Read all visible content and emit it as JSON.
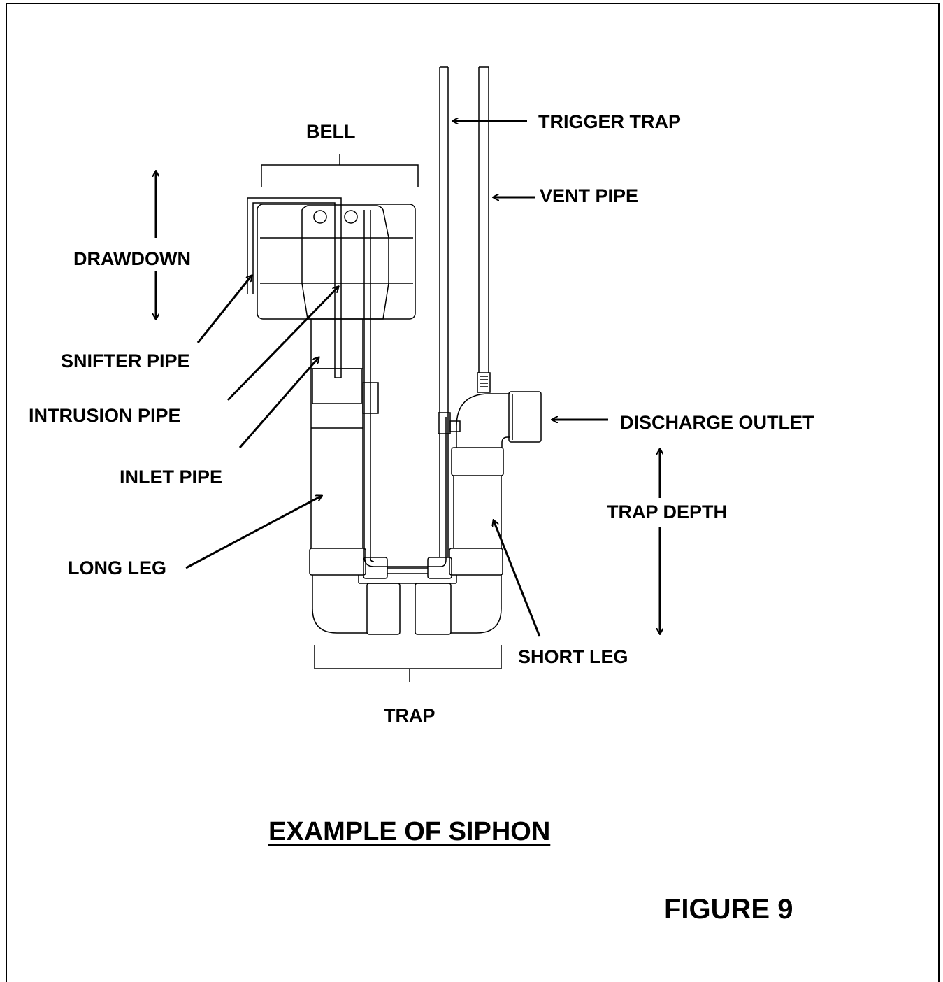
{
  "labels": {
    "bell": "BELL",
    "trigger_trap": "TRIGGER TRAP",
    "vent_pipe": "VENT PIPE",
    "drawdown": "DRAWDOWN",
    "snifter_pipe": "SNIFTER PIPE",
    "intrusion_pipe": "INTRUSION PIPE",
    "inlet_pipe": "INLET PIPE",
    "discharge_outlet": "DISCHARGE OUTLET",
    "trap_depth": "TRAP DEPTH",
    "long_leg": "LONG LEG",
    "short_leg": "SHORT LEG",
    "trap": "TRAP"
  },
  "title": "EXAMPLE OF SIPHON",
  "figure": "FIGURE 9",
  "colors": {
    "line": "#000000",
    "background": "#ffffff"
  }
}
